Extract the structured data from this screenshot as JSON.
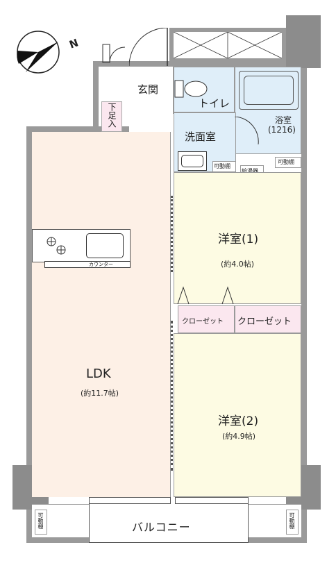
{
  "compass": {
    "label": "N"
  },
  "rooms": {
    "entrance": "玄関",
    "shoe_box": "下足入",
    "toilet": "トイレ",
    "washroom": "洗面室",
    "bathroom": "浴室",
    "bathroom_size": "(1216)",
    "washer": "洗",
    "ldk": "LDK",
    "ldk_size": "(約11.7帖)",
    "western1": "洋室(1)",
    "western1_size": "(約4.0帖)",
    "western2": "洋室(2)",
    "western2_size": "(約4.9帖)",
    "closet1": "クローゼット",
    "closet2": "クローゼット",
    "balcony": "バルコニー",
    "counter": "カウンター",
    "water_heater": "給湯器",
    "shelf_washroom": "可動棚",
    "shelf_bath": "可動棚",
    "shelf_left": "可動棚",
    "shelf_right": "可動棚"
  },
  "colors": {
    "wall": "#9a9a9a",
    "ldk": "#fdf0e6",
    "western": "#fdfbe3",
    "wet": "#dfeef9",
    "closet": "#fbe7ef"
  }
}
